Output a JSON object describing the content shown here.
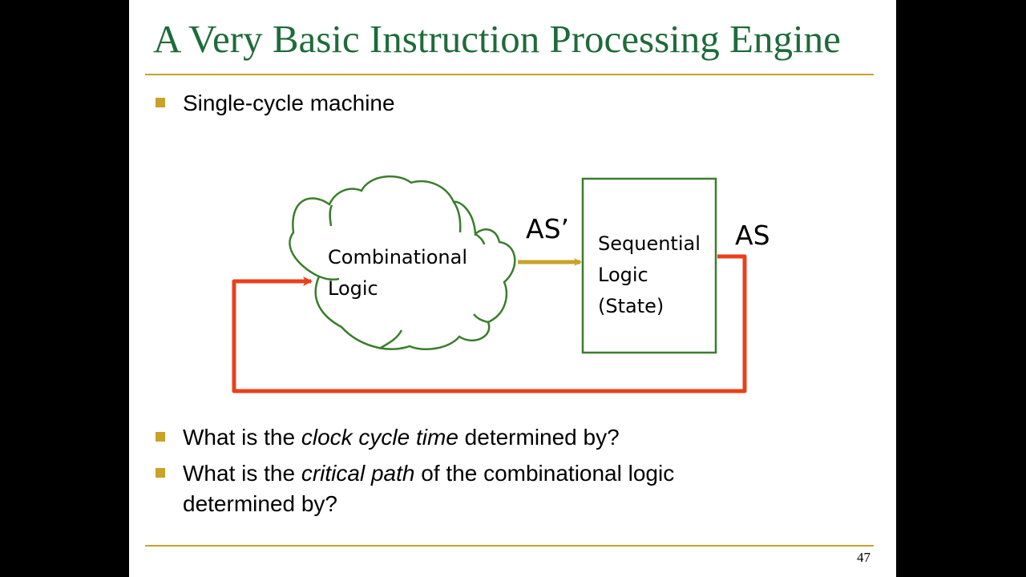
{
  "slide": {
    "title": "A Very Basic Instruction Processing Engine",
    "page_number": "47",
    "bullets": {
      "b1": "Single-cycle machine",
      "b2": {
        "pre": "What is the ",
        "em": "clock cycle time",
        "post": " determined by?"
      },
      "b3": {
        "pre": "What is the ",
        "em": "critical path",
        "post": " of the combinational logic determined by?"
      }
    }
  },
  "diagram": {
    "cloud_label_1": "Combinational",
    "cloud_label_2": "Logic",
    "box_label_1": "Sequential",
    "box_label_2": "Logic",
    "box_label_3": "(State)",
    "arrow_next_state_label": "AS’",
    "feedback_label": "AS"
  },
  "colors": {
    "title": "#1e6b3a",
    "accent": "#c9a227",
    "shape_stroke": "#3a7d2c",
    "feedback": "#e8401c"
  }
}
